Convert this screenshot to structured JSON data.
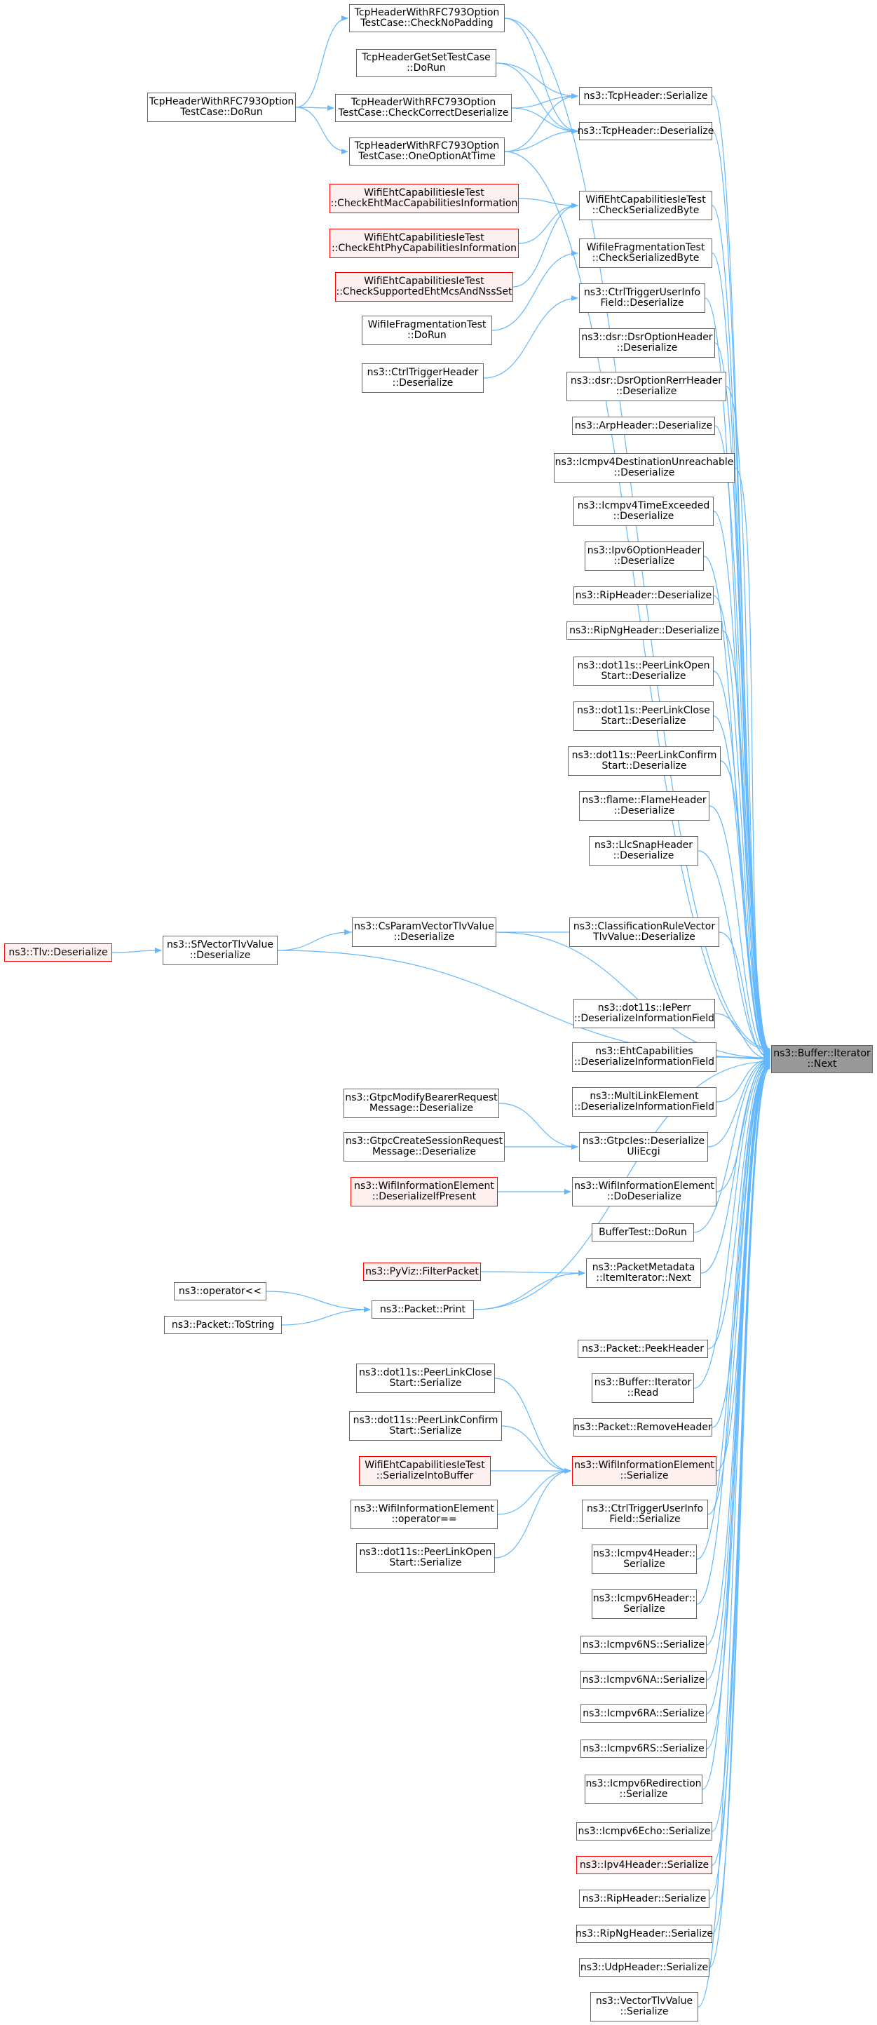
{
  "colors": {
    "edge": "#63b8ff",
    "node_border": "#666666",
    "red_border": "#ff0000",
    "red_fill": "#fff0f0",
    "root_fill": "#999999"
  },
  "nodes": [
    {
      "id": "root",
      "label": "ns3::Buffer::Iterator\n::Next",
      "style": "root"
    },
    {
      "id": "tcp_serialize",
      "label": "ns3::TcpHeader::Serialize",
      "style": "normal"
    },
    {
      "id": "tcp_deserialize",
      "label": "ns3::TcpHeader::Deserialize",
      "style": "normal"
    },
    {
      "id": "tc_checknopadding",
      "label": "TcpHeaderWithRFC793Option\nTestCase::CheckNoPadding",
      "style": "normal"
    },
    {
      "id": "tc_getset",
      "label": "TcpHeaderGetSetTestCase\n::DoRun",
      "style": "normal"
    },
    {
      "id": "tc_checkcorrect",
      "label": "TcpHeaderWithRFC793Option\nTestCase::CheckCorrectDeserialize",
      "style": "normal"
    },
    {
      "id": "tc_oneoption",
      "label": "TcpHeaderWithRFC793Option\nTestCase::OneOptionAtTime",
      "style": "normal"
    },
    {
      "id": "tc_dorun",
      "label": "TcpHeaderWithRFC793Option\nTestCase::DoRun",
      "style": "normal"
    },
    {
      "id": "wifieht_csb",
      "label": "WifiEhtCapabilitiesIeTest\n::CheckSerializedByte",
      "style": "normal"
    },
    {
      "id": "wifieht_mac",
      "label": "WifiEhtCapabilitiesIeTest\n::CheckEhtMacCapabilitiesInformation",
      "style": "red"
    },
    {
      "id": "wifieht_phy",
      "label": "WifiEhtCapabilitiesIeTest\n::CheckEhtPhyCapabilitiesInformation",
      "style": "red"
    },
    {
      "id": "wifieht_mcs",
      "label": "WifiEhtCapabilitiesIeTest\n::CheckSupportedEhtMcsAndNssSet",
      "style": "red"
    },
    {
      "id": "wifiefrag_csb",
      "label": "WifiIeFragmentationTest\n::CheckSerializedByte",
      "style": "normal"
    },
    {
      "id": "wifiefrag_dorun",
      "label": "WifiIeFragmentationTest\n::DoRun",
      "style": "normal"
    },
    {
      "id": "ctrltrig_userinfo_deser",
      "label": "ns3::CtrlTriggerUserInfo\nField::Deserialize",
      "style": "normal"
    },
    {
      "id": "ctrltrig_header_deser",
      "label": "ns3::CtrlTriggerHeader\n::Deserialize",
      "style": "normal"
    },
    {
      "id": "dsr_opt",
      "label": "ns3::dsr::DsrOptionHeader\n::Deserialize",
      "style": "normal"
    },
    {
      "id": "dsr_rerr",
      "label": "ns3::dsr::DsrOptionRerrHeader\n::Deserialize",
      "style": "normal"
    },
    {
      "id": "arp",
      "label": "ns3::ArpHeader::Deserialize",
      "style": "normal"
    },
    {
      "id": "icmp4du",
      "label": "ns3::Icmpv4DestinationUnreachable\n::Deserialize",
      "style": "normal"
    },
    {
      "id": "icmp4te",
      "label": "ns3::Icmpv4TimeExceeded\n::Deserialize",
      "style": "normal"
    },
    {
      "id": "ipv6opt",
      "label": "ns3::Ipv6OptionHeader\n::Deserialize",
      "style": "normal"
    },
    {
      "id": "rip_deser",
      "label": "ns3::RipHeader::Deserialize",
      "style": "normal"
    },
    {
      "id": "ripng_deser",
      "label": "ns3::RipNgHeader::Deserialize",
      "style": "normal"
    },
    {
      "id": "plo_deser",
      "label": "ns3::dot11s::PeerLinkOpen\nStart::Deserialize",
      "style": "normal"
    },
    {
      "id": "plc_deser",
      "label": "ns3::dot11s::PeerLinkClose\nStart::Deserialize",
      "style": "normal"
    },
    {
      "id": "plcf_deser",
      "label": "ns3::dot11s::PeerLinkConfirm\nStart::Deserialize",
      "style": "normal"
    },
    {
      "id": "flame",
      "label": "ns3::flame::FlameHeader\n::Deserialize",
      "style": "normal"
    },
    {
      "id": "llc",
      "label": "ns3::LlcSnapHeader\n::Deserialize",
      "style": "normal"
    },
    {
      "id": "csparam",
      "label": "ns3::CsParamVectorTlvValue\n::Deserialize",
      "style": "normal"
    },
    {
      "id": "classrule",
      "label": "ns3::ClassificationRuleVector\nTlvValue::Deserialize",
      "style": "normal"
    },
    {
      "id": "sfvector",
      "label": "ns3::SfVectorTlvValue\n::Deserialize",
      "style": "normal"
    },
    {
      "id": "tlv",
      "label": "ns3::Tlv::Deserialize",
      "style": "red"
    },
    {
      "id": "ieperr",
      "label": "ns3::dot11s::IePerr\n::DeserializeInformationField",
      "style": "normal"
    },
    {
      "id": "ehtcap",
      "label": "ns3::EhtCapabilities\n::DeserializeInformationField",
      "style": "normal"
    },
    {
      "id": "multilink",
      "label": "ns3::MultiLinkElement\n::DeserializeInformationField",
      "style": "normal"
    },
    {
      "id": "gtpcmodify",
      "label": "ns3::GtpcModifyBearerRequest\nMessage::Deserialize",
      "style": "normal"
    },
    {
      "id": "gtpccreate",
      "label": "ns3::GtpcCreateSessionRequest\nMessage::Deserialize",
      "style": "normal"
    },
    {
      "id": "gtpcies",
      "label": "ns3::GtpcIes::Deserialize\nUliEcgi",
      "style": "normal"
    },
    {
      "id": "wifiie_deserif",
      "label": "ns3::WifiInformationElement\n::DeserializeIfPresent",
      "style": "red"
    },
    {
      "id": "wifiie_dodeser",
      "label": "ns3::WifiInformationElement\n::DoDeserialize",
      "style": "normal"
    },
    {
      "id": "buffertest",
      "label": "BufferTest::DoRun",
      "style": "normal"
    },
    {
      "id": "pyviz",
      "label": "ns3::PyViz::FilterPacket",
      "style": "red"
    },
    {
      "id": "pktmeta",
      "label": "ns3::PacketMetadata\n::ItemIterator::Next",
      "style": "normal"
    },
    {
      "id": "opout",
      "label": "ns3::operator<<",
      "style": "normal"
    },
    {
      "id": "tostring",
      "label": "ns3::Packet::ToString",
      "style": "normal"
    },
    {
      "id": "pktprint",
      "label": "ns3::Packet::Print",
      "style": "normal"
    },
    {
      "id": "peekheader",
      "label": "ns3::Packet::PeekHeader",
      "style": "normal"
    },
    {
      "id": "bufread",
      "label": "ns3::Buffer::Iterator\n::Read",
      "style": "normal"
    },
    {
      "id": "removeheader",
      "label": "ns3::Packet::RemoveHeader",
      "style": "normal"
    },
    {
      "id": "plc_ser",
      "label": "ns3::dot11s::PeerLinkClose\nStart::Serialize",
      "style": "normal"
    },
    {
      "id": "plcf_ser",
      "label": "ns3::dot11s::PeerLinkConfirm\nStart::Serialize",
      "style": "normal"
    },
    {
      "id": "wifieht_sib",
      "label": "WifiEhtCapabilitiesIeTest\n::SerializeIntoBuffer",
      "style": "red"
    },
    {
      "id": "wifiie_opeq",
      "label": "ns3::WifiInformationElement\n::operator==",
      "style": "normal"
    },
    {
      "id": "plo_ser",
      "label": "ns3::dot11s::PeerLinkOpen\nStart::Serialize",
      "style": "normal"
    },
    {
      "id": "wifiie_ser",
      "label": "ns3::WifiInformationElement\n::Serialize",
      "style": "red"
    },
    {
      "id": "ctrltrig_userinfo_ser",
      "label": "ns3::CtrlTriggerUserInfo\nField::Serialize",
      "style": "normal"
    },
    {
      "id": "icmp4_ser",
      "label": "ns3::Icmpv4Header::\nSerialize",
      "style": "normal"
    },
    {
      "id": "icmp6_ser",
      "label": "ns3::Icmpv6Header::\nSerialize",
      "style": "normal"
    },
    {
      "id": "icmp6ns",
      "label": "ns3::Icmpv6NS::Serialize",
      "style": "normal"
    },
    {
      "id": "icmp6na",
      "label": "ns3::Icmpv6NA::Serialize",
      "style": "normal"
    },
    {
      "id": "icmp6ra",
      "label": "ns3::Icmpv6RA::Serialize",
      "style": "normal"
    },
    {
      "id": "icmp6rs",
      "label": "ns3::Icmpv6RS::Serialize",
      "style": "normal"
    },
    {
      "id": "icmp6redir",
      "label": "ns3::Icmpv6Redirection\n::Serialize",
      "style": "normal"
    },
    {
      "id": "icmp6echo",
      "label": "ns3::Icmpv6Echo::Serialize",
      "style": "normal"
    },
    {
      "id": "ipv4_ser",
      "label": "ns3::Ipv4Header::Serialize",
      "style": "red"
    },
    {
      "id": "rip_ser",
      "label": "ns3::RipHeader::Serialize",
      "style": "normal"
    },
    {
      "id": "ripng_ser",
      "label": "ns3::RipNgHeader::Serialize",
      "style": "normal"
    },
    {
      "id": "udp_ser",
      "label": "ns3::UdpHeader::Serialize",
      "style": "normal"
    },
    {
      "id": "vectortlv_ser",
      "label": "ns3::VectorTlvValue\n::Serialize",
      "style": "normal"
    }
  ],
  "edges": [
    [
      "tcp_serialize",
      "root"
    ],
    [
      "tcp_deserialize",
      "root"
    ],
    [
      "tc_checknopadding",
      "root"
    ],
    [
      "tc_oneoption",
      "root"
    ],
    [
      "tc_checknopadding",
      "tcp_deserialize"
    ],
    [
      "tc_getset",
      "tcp_serialize"
    ],
    [
      "tc_getset",
      "tcp_deserialize"
    ],
    [
      "tc_checkcorrect",
      "tcp_serialize"
    ],
    [
      "tc_checkcorrect",
      "tcp_deserialize"
    ],
    [
      "tc_oneoption",
      "tcp_serialize"
    ],
    [
      "tc_oneoption",
      "tcp_deserialize"
    ],
    [
      "tc_dorun",
      "tc_checknopadding"
    ],
    [
      "tc_dorun",
      "tc_checkcorrect"
    ],
    [
      "tc_dorun",
      "tc_oneoption"
    ],
    [
      "wifieht_csb",
      "root"
    ],
    [
      "wifieht_mac",
      "wifieht_csb"
    ],
    [
      "wifieht_phy",
      "wifieht_csb"
    ],
    [
      "wifieht_mcs",
      "wifieht_csb"
    ],
    [
      "wifiefrag_csb",
      "root"
    ],
    [
      "wifiefrag_dorun",
      "wifiefrag_csb"
    ],
    [
      "ctrltrig_userinfo_deser",
      "root"
    ],
    [
      "ctrltrig_header_deser",
      "ctrltrig_userinfo_deser"
    ],
    [
      "dsr_opt",
      "root"
    ],
    [
      "dsr_rerr",
      "root"
    ],
    [
      "arp",
      "root"
    ],
    [
      "icmp4du",
      "root"
    ],
    [
      "icmp4te",
      "root"
    ],
    [
      "ipv6opt",
      "root"
    ],
    [
      "rip_deser",
      "root"
    ],
    [
      "ripng_deser",
      "root"
    ],
    [
      "plo_deser",
      "root"
    ],
    [
      "plc_deser",
      "root"
    ],
    [
      "plcf_deser",
      "root"
    ],
    [
      "flame",
      "root"
    ],
    [
      "llc",
      "root"
    ],
    [
      "csparam",
      "root"
    ],
    [
      "classrule",
      "root"
    ],
    [
      "classrule",
      "csparam"
    ],
    [
      "sfvector",
      "csparam"
    ],
    [
      "sfvector",
      "root"
    ],
    [
      "tlv",
      "sfvector"
    ],
    [
      "ieperr",
      "root"
    ],
    [
      "ehtcap",
      "root"
    ],
    [
      "multilink",
      "root"
    ],
    [
      "gtpcies",
      "root"
    ],
    [
      "gtpcmodify",
      "gtpcies"
    ],
    [
      "gtpccreate",
      "gtpcies"
    ],
    [
      "wifiie_dodeser",
      "root"
    ],
    [
      "wifiie_deserif",
      "wifiie_dodeser"
    ],
    [
      "buffertest",
      "root"
    ],
    [
      "pktmeta",
      "root"
    ],
    [
      "pyviz",
      "pktmeta"
    ],
    [
      "pktprint",
      "pktmeta"
    ],
    [
      "pktprint",
      "root"
    ],
    [
      "opout",
      "pktprint"
    ],
    [
      "tostring",
      "pktprint"
    ],
    [
      "peekheader",
      "root"
    ],
    [
      "bufread",
      "root"
    ],
    [
      "removeheader",
      "root"
    ],
    [
      "wifiie_ser",
      "root"
    ],
    [
      "plc_ser",
      "wifiie_ser"
    ],
    [
      "plcf_ser",
      "wifiie_ser"
    ],
    [
      "wifieht_sib",
      "wifiie_ser"
    ],
    [
      "wifiie_opeq",
      "wifiie_ser"
    ],
    [
      "plo_ser",
      "wifiie_ser"
    ],
    [
      "ctrltrig_userinfo_ser",
      "root"
    ],
    [
      "icmp4_ser",
      "root"
    ],
    [
      "icmp6_ser",
      "root"
    ],
    [
      "icmp6ns",
      "root"
    ],
    [
      "icmp6na",
      "root"
    ],
    [
      "icmp6ra",
      "root"
    ],
    [
      "icmp6rs",
      "root"
    ],
    [
      "icmp6redir",
      "root"
    ],
    [
      "icmp6echo",
      "root"
    ],
    [
      "ipv4_ser",
      "root"
    ],
    [
      "rip_ser",
      "root"
    ],
    [
      "ripng_ser",
      "root"
    ],
    [
      "udp_ser",
      "root"
    ],
    [
      "vectortlv_ser",
      "root"
    ]
  ]
}
